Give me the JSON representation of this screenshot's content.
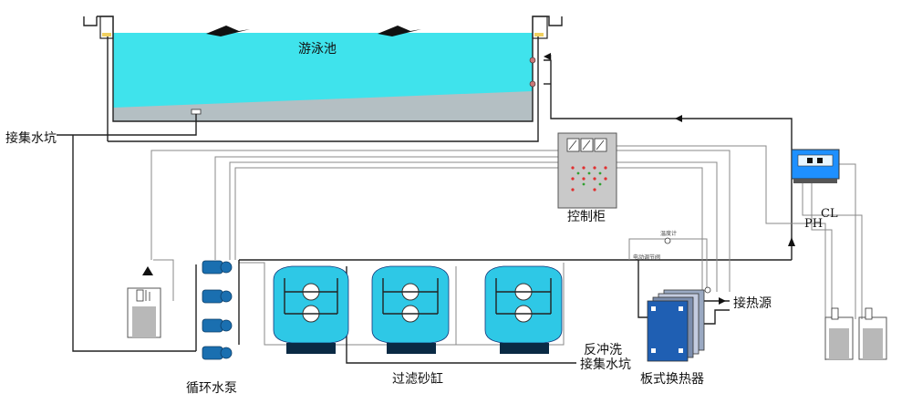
{
  "labels": {
    "pool": "游泳池",
    "sump_left": "接集水坑",
    "control_cabinet": "控制柜",
    "ph": "PH",
    "cl": "CL",
    "heat_source": "接热源",
    "backwash": "反冲洗",
    "sump_bottom": "接集水坑",
    "pump": "循环水泵",
    "sand_filter": "过滤砂缸",
    "heat_exchanger": "板式换热器",
    "tiny_top": "温度计",
    "tiny_bottom": "电动调节阀"
  },
  "colors": {
    "water": "#3fe3ec",
    "pool_floor": "#b4bfc3",
    "filter_tank": "#2ec8e6",
    "filter_base": "#0a2a44",
    "pump": "#1a6fb0",
    "exchanger": "#1f5fb3",
    "cabinet": "#c9c9c9",
    "controller": "#1e90ff"
  }
}
